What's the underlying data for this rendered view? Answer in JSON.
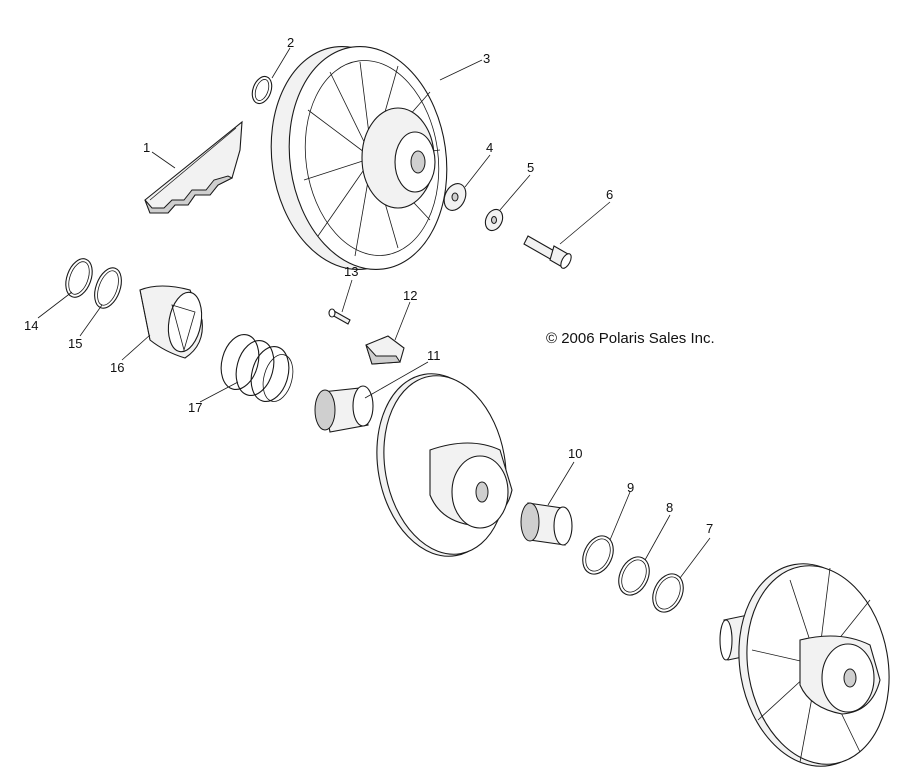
{
  "copyright": "© 2006 Polaris Sales Inc.",
  "callouts": [
    "1",
    "2",
    "3",
    "4",
    "5",
    "6",
    "7",
    "8",
    "9",
    "10",
    "11",
    "12",
    "13",
    "14",
    "15",
    "16",
    "17"
  ]
}
